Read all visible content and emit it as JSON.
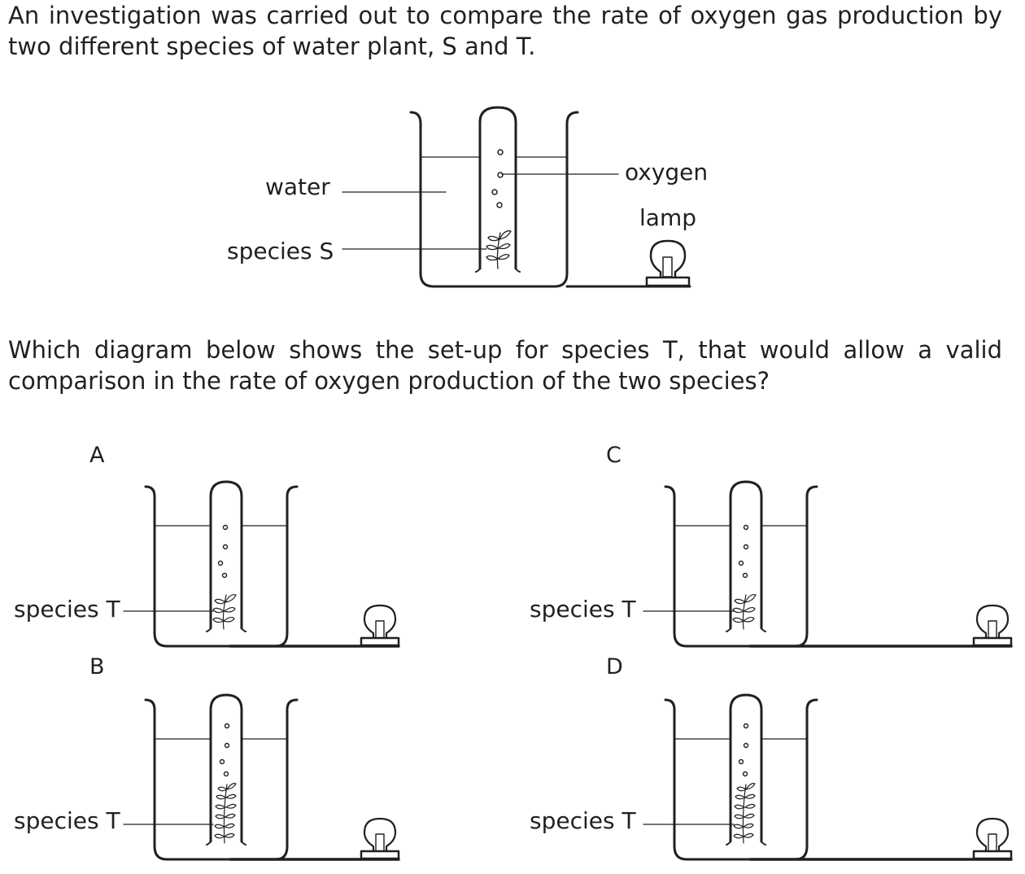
{
  "intro": {
    "text": "An investigation was carried out to compare the rate of oxygen gas production by two different species of water plant, S and T."
  },
  "main_diagram": {
    "labels": {
      "water": "water",
      "species": "species S",
      "oxygen": "oxygen",
      "lamp": "lamp"
    }
  },
  "question": {
    "text": "Which diagram below shows the set-up for species T, that would allow a valid comparison in the rate of oxygen production of the two species?"
  },
  "options": [
    {
      "letter": "A",
      "label": "species T",
      "plant_size": "small",
      "lamp_distance": "near"
    },
    {
      "letter": "B",
      "label": "species T",
      "plant_size": "large",
      "lamp_distance": "near"
    },
    {
      "letter": "C",
      "label": "species T",
      "plant_size": "small",
      "lamp_distance": "far"
    },
    {
      "letter": "D",
      "label": "species T",
      "plant_size": "large",
      "lamp_distance": "far"
    }
  ]
}
